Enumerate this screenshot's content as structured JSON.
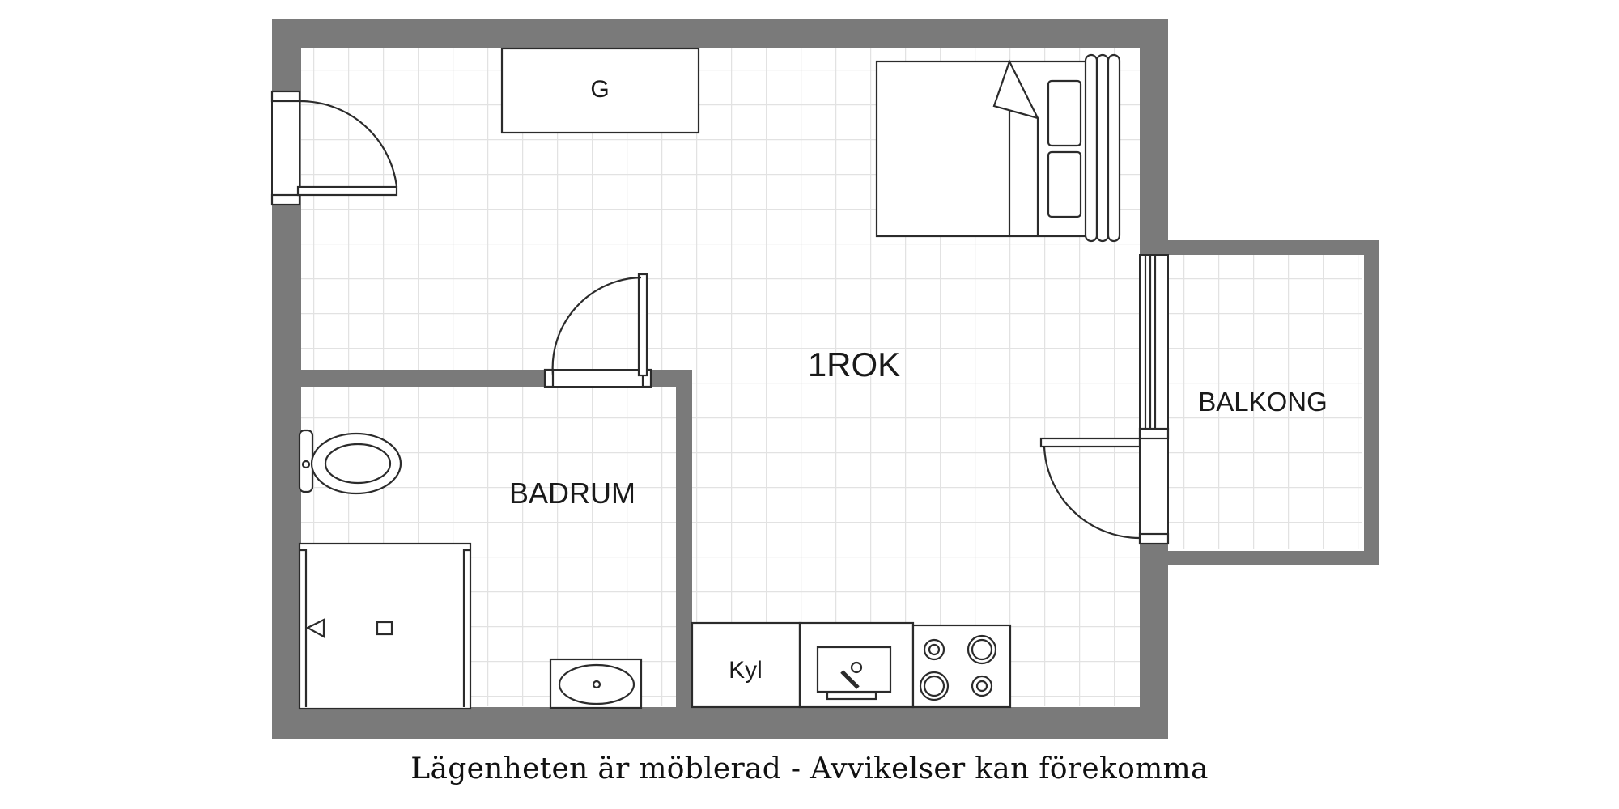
{
  "rooms": {
    "main": "1ROK",
    "bathroom": "BADRUM",
    "balcony": "BALKONG"
  },
  "furniture": {
    "table_label": "G",
    "fridge_label": "Kyl"
  },
  "caption": "Lägenheten är möblerad - Avvikelser kan förekomma",
  "colors": {
    "wall": "#7a7a7a",
    "floor": "#ffffff",
    "grid": "#e4e4e4",
    "line": "#2b2b2b"
  }
}
